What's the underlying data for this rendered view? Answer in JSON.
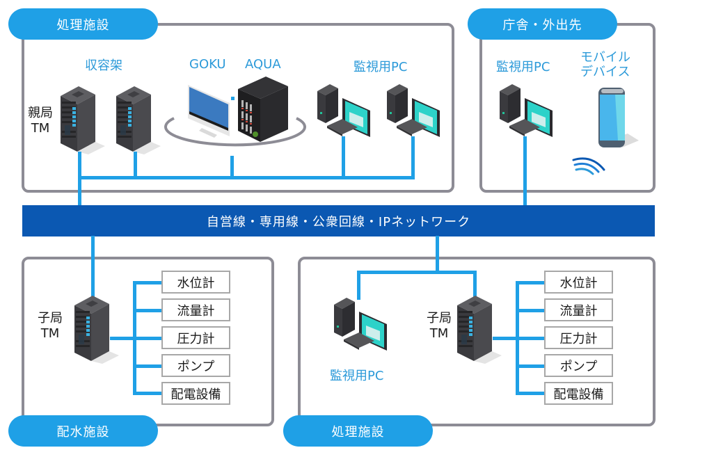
{
  "diagram_title": "",
  "network": {
    "label": "自営線・専用線・公衆回線・IPネットワーク",
    "color": "#0b58b2"
  },
  "colors": {
    "accent": "#1fa0e6",
    "panel_border": "#8d8c95",
    "network_bar": "#0b58b2",
    "label_blue": "#2c9ad9"
  },
  "panels": {
    "top_left": {
      "title": "処理施設",
      "rack_label": "収容架",
      "parent_station_label_line1": "親局",
      "parent_station_label_line2": "TM",
      "goku_label": "GOKU",
      "aqua_label": "AQUA",
      "monitor_pc_label": "監視用PC"
    },
    "top_right": {
      "title": "庁舎・外出先",
      "monitor_pc_label": "監視用PC",
      "mobile_label_line1": "モバイル",
      "mobile_label_line2": "デバイス"
    },
    "bottom_left": {
      "title": "配水施設",
      "child_station_label_line1": "子局",
      "child_station_label_line2": "TM",
      "sensors": [
        "水位計",
        "流量計",
        "圧力計",
        "ポンプ",
        "配電設備"
      ]
    },
    "bottom_right": {
      "title": "処理施設",
      "monitor_pc_label": "監視用PC",
      "child_station_label_line1": "子局",
      "child_station_label_line2": "TM",
      "sensors": [
        "水位計",
        "流量計",
        "圧力計",
        "ポンプ",
        "配電設備"
      ]
    }
  }
}
